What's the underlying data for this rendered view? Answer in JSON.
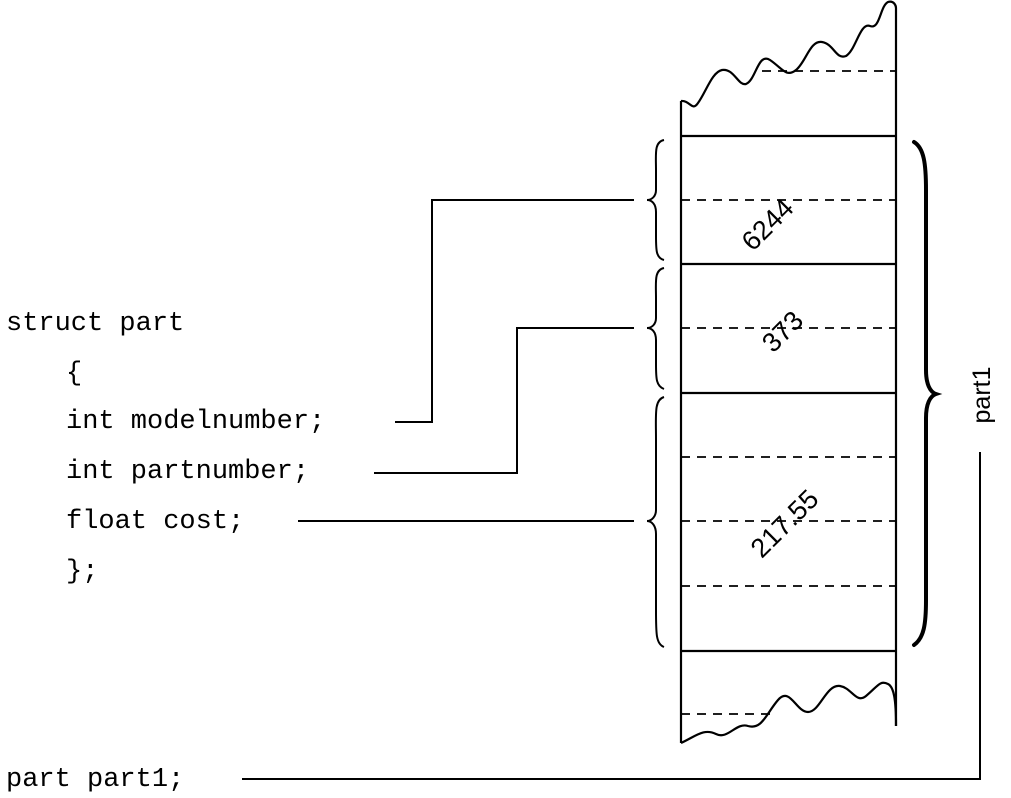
{
  "code": {
    "struct_decl": "struct part",
    "open_brace": "{",
    "field_model": "int modelnumber;",
    "field_part": "int partnumber;",
    "field_cost": "float cost;",
    "close_brace": "};",
    "var_decl": "part part1;"
  },
  "memory": {
    "model_value": "6244",
    "part_value": "373",
    "cost_value": "217.55",
    "struct_label": "part1"
  }
}
